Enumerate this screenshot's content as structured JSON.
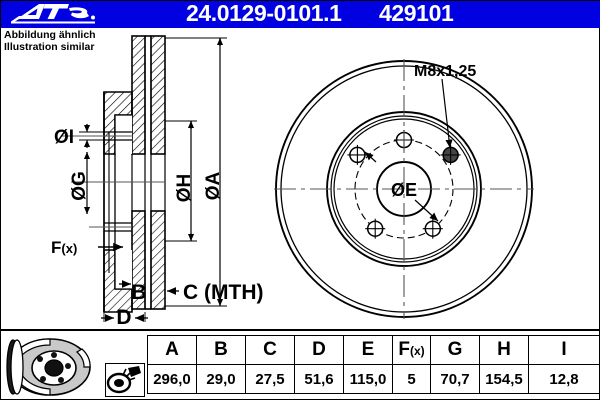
{
  "brand": {
    "name": "Ate",
    "logo_icon": "ate-logo",
    "color": "#0000e0"
  },
  "header": {
    "part_number": "24.0129-0101.1",
    "reference_number": "429101"
  },
  "note": {
    "line_de": "Abbildung ähnlich",
    "line_en": "Illustration similar"
  },
  "drawing": {
    "section_view": {
      "name": "cross-section-view",
      "labels": {
        "dia_i": "ØI",
        "dia_g": "ØG",
        "dia_h": "ØH",
        "dia_a": "ØA",
        "f_x": "F(x)",
        "b": "B",
        "c": "C (MTH)",
        "d": "D"
      }
    },
    "front_view": {
      "name": "front-face-view",
      "labels": {
        "thread": "M8x1,25",
        "dia_e": "ØE"
      },
      "bolt_hole_count": 5
    }
  },
  "table": {
    "disc_icon": "brake-disc-icon",
    "spray_icon": "coating-spray-icon",
    "columns": [
      {
        "key": "A",
        "label": "A",
        "sub": ""
      },
      {
        "key": "B",
        "label": "B",
        "sub": ""
      },
      {
        "key": "C",
        "label": "C",
        "sub": ""
      },
      {
        "key": "D",
        "label": "D",
        "sub": ""
      },
      {
        "key": "E",
        "label": "E",
        "sub": ""
      },
      {
        "key": "F",
        "label": "F",
        "sub": "(x)"
      },
      {
        "key": "G",
        "label": "G",
        "sub": ""
      },
      {
        "key": "H",
        "label": "H",
        "sub": ""
      },
      {
        "key": "I",
        "label": "I",
        "sub": ""
      }
    ],
    "values": [
      "296,0",
      "29,0",
      "27,5",
      "51,6",
      "115,0",
      "5",
      "70,7",
      "154,5",
      "12,8"
    ]
  }
}
